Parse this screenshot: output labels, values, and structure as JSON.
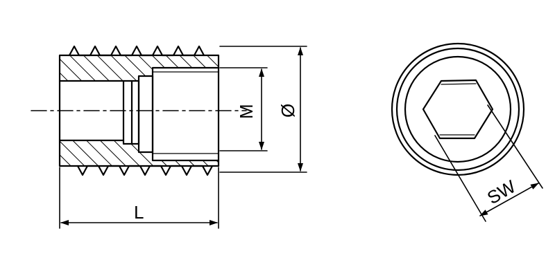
{
  "colors": {
    "line": "#000000",
    "background": "#ffffff"
  },
  "labels": {
    "length": "L",
    "thread": "M",
    "outer_diameter": "Ø",
    "wrench_size": "SW"
  }
}
